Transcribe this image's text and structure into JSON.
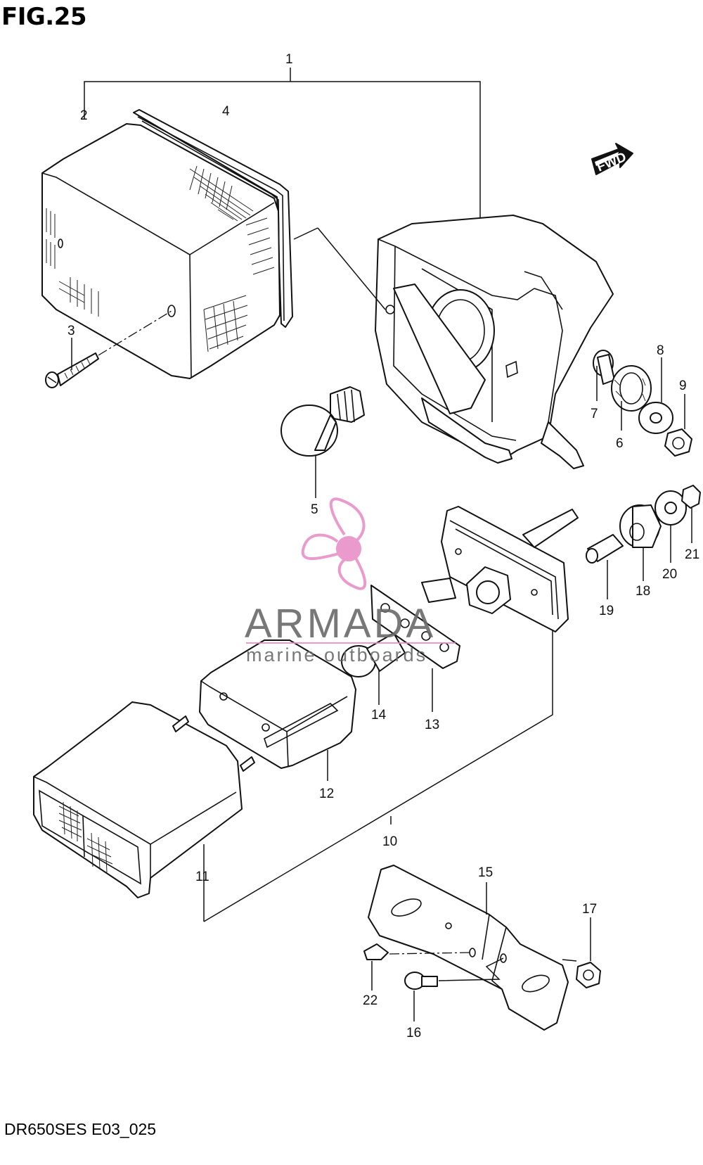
{
  "figure": {
    "title": "FIG.25",
    "code": "DR650SES E03_025"
  },
  "direction_badge": {
    "label": "FWD"
  },
  "callouts": [
    "1",
    "2",
    "3",
    "4",
    "5",
    "6",
    "7",
    "8",
    "9",
    "10",
    "11",
    "12",
    "13",
    "14",
    "15",
    "16",
    "17",
    "18",
    "19",
    "20",
    "21",
    "22"
  ],
  "watermark": {
    "brand": "ARMADA",
    "tagline": "marine outboards",
    "colors": {
      "accent": "#e890c8",
      "text": "#6a6a6a"
    }
  }
}
